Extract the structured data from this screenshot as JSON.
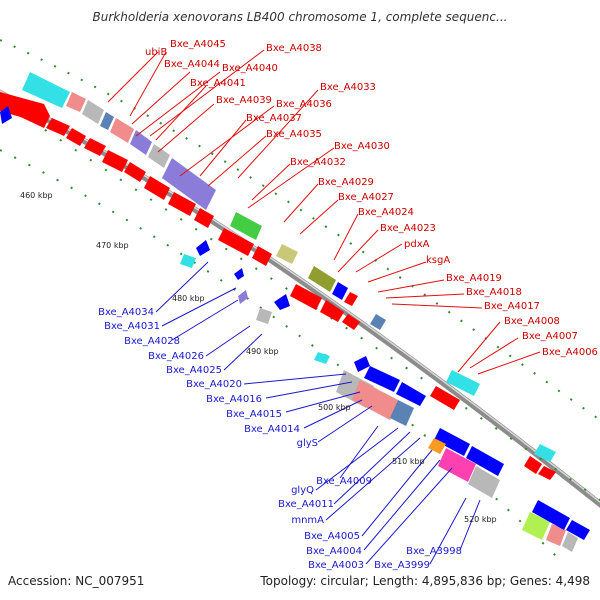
{
  "title": "Burkholderia xenovorans LB400 chromosome 1, complete sequenc...",
  "footer": {
    "accession": "Accession: NC_007951",
    "summary": "Topology: circular; Length: 4,895,836 bp; Genes: 4,498"
  },
  "ticks": [
    "460 kbp",
    "470 kbp",
    "480 kbp",
    "490 kbp",
    "500 kbp",
    "510 kbp",
    "520 kbp"
  ],
  "forward_labels": [
    "ubiB",
    "Bxe_A4045",
    "Bxe_A4044",
    "Bxe_A4038",
    "Bxe_A4040",
    "Bxe_A4041",
    "Bxe_A4039",
    "Bxe_A4033",
    "Bxe_A4036",
    "Bxe_A4037",
    "Bxe_A4035",
    "Bxe_A4030",
    "Bxe_A4032",
    "Bxe_A4029",
    "Bxe_A4027",
    "Bxe_A4024",
    "Bxe_A4023",
    "pdxA",
    "ksgA",
    "Bxe_A4019",
    "Bxe_A4018",
    "Bxe_A4017",
    "Bxe_A4008",
    "Bxe_A4007",
    "Bxe_A4006"
  ],
  "reverse_labels": [
    "Bxe_A4034",
    "Bxe_A4031",
    "Bxe_A4028",
    "Bxe_A4026",
    "Bxe_A4025",
    "Bxe_A4020",
    "Bxe_A4016",
    "Bxe_A4015",
    "Bxe_A4014",
    "glyS",
    "Bxe_A4009",
    "glyQ",
    "Bxe_A4011",
    "mnmA",
    "Bxe_A4005",
    "Bxe_A4004",
    "Bxe_A4003",
    "Bxe_A3999",
    "Bxe_A3998"
  ],
  "colors": {
    "forward_gene": "#ff0000",
    "reverse_gene": "#0000ff",
    "forward_label": "#cc0000",
    "reverse_label": "#1a1acc",
    "backbone": "#909090",
    "tick": "#2e8b2e",
    "cds_purple": "#8a7cd8",
    "cds_cyan": "#33e0e6",
    "cds_pink": "#f08c8c",
    "cds_gray": "#b8b8b8",
    "cds_green": "#44cc44",
    "cds_olive": "#8f9e2e",
    "cds_khaki": "#c8c878",
    "cds_magenta": "#ff40b0",
    "cds_lime": "#b0f050",
    "cds_orange": "#ff9a20",
    "cds_steel": "#5a82b4"
  }
}
